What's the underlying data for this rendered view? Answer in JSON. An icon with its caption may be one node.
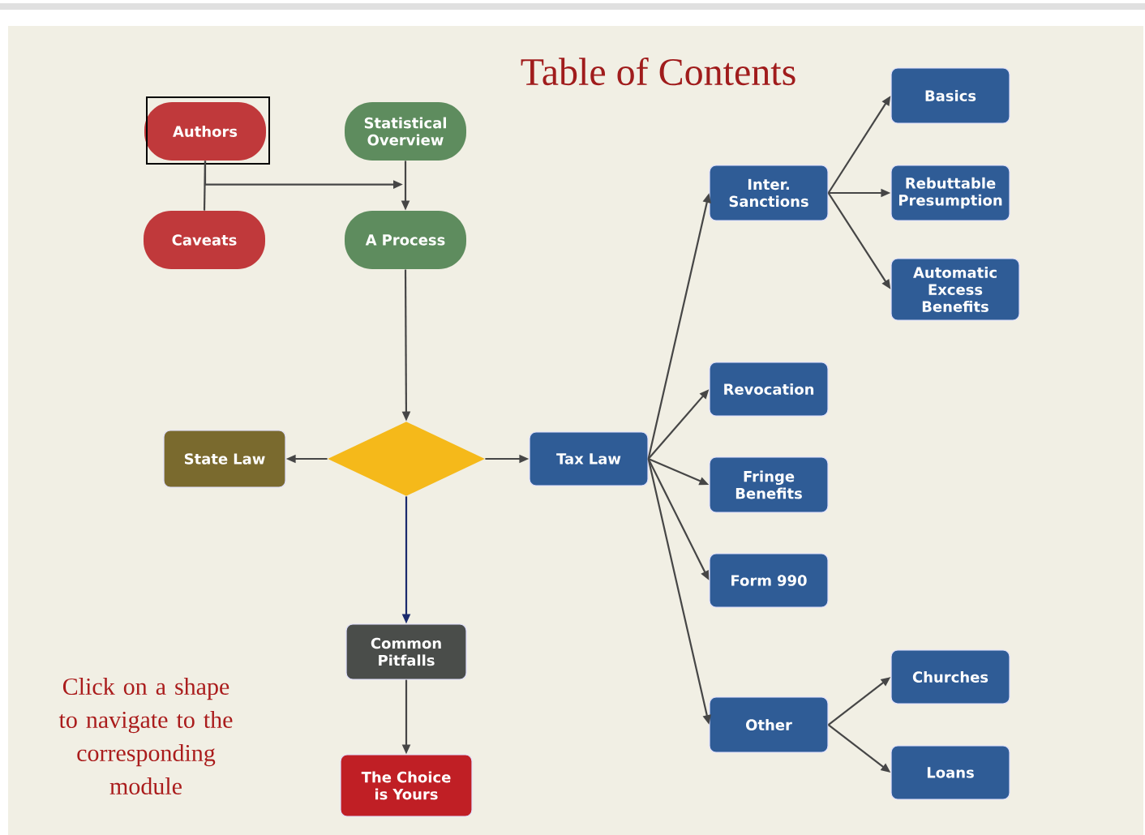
{
  "diagram": {
    "title": "Table of Contents",
    "nodes": [
      {
        "text": [
          "Authors"
        ]
      },
      {
        "text": [
          "Statistical Overview"
        ]
      },
      {
        "text": [
          "Caveats"
        ]
      },
      {
        "text": [
          "A Process"
        ]
      },
      {
        "text": [
          "State Law"
        ]
      },
      {
        "text": [],
        "shape": "diamond"
      },
      {
        "text": [
          "Tax Law"
        ]
      },
      {
        "text": [
          "Common Pitfalls"
        ]
      },
      {
        "text": [
          "The Choice is Yours"
        ]
      },
      {
        "text": [
          "Inter. Sanctions"
        ]
      },
      {
        "text": [
          "Basics"
        ]
      },
      {
        "text": [
          "Rebuttable Presumption"
        ]
      },
      {
        "text": [
          "Automatic Excess Benefits"
        ]
      },
      {
        "text": [
          "Revocation"
        ]
      },
      {
        "text": [
          "Fringe Benefits"
        ]
      },
      {
        "text": [
          "Form 990"
        ]
      },
      {
        "text": [
          "Other"
        ]
      },
      {
        "text": [
          "Churches"
        ]
      },
      {
        "text": [
          "Loans"
        ]
      }
    ],
    "edges": [
      {
        "from": 0,
        "to": 2,
        "arrow": "none"
      },
      {
        "from": 0,
        "to": 3,
        "arrow": "to"
      },
      {
        "from": 1,
        "to": 3,
        "arrow": "to"
      },
      {
        "from": 3,
        "to": 5,
        "arrow": "to"
      },
      {
        "from": 5,
        "to": 4,
        "arrow": "to"
      },
      {
        "from": 5,
        "to": 6,
        "arrow": "to"
      },
      {
        "from": 5,
        "to": 7,
        "arrow": "to",
        "color": "#1a2a6c"
      },
      {
        "from": 7,
        "to": 8,
        "arrow": "to"
      },
      {
        "from": 6,
        "to": 9,
        "arrow": "to"
      },
      {
        "from": 6,
        "to": 13,
        "arrow": "to"
      },
      {
        "from": 6,
        "to": 14,
        "arrow": "to"
      },
      {
        "from": 6,
        "to": 15,
        "arrow": "to"
      },
      {
        "from": 6,
        "to": 16,
        "arrow": "to"
      },
      {
        "from": 9,
        "to": 10,
        "arrow": "to"
      },
      {
        "from": 9,
        "to": 11,
        "arrow": "to"
      },
      {
        "from": 9,
        "to": 12,
        "arrow": "to"
      },
      {
        "from": 16,
        "to": 17,
        "arrow": "to"
      },
      {
        "from": 16,
        "to": 18,
        "arrow": "to"
      }
    ],
    "labels": [
      "Click on a shape to navigate to the corresponding module"
    ]
  }
}
